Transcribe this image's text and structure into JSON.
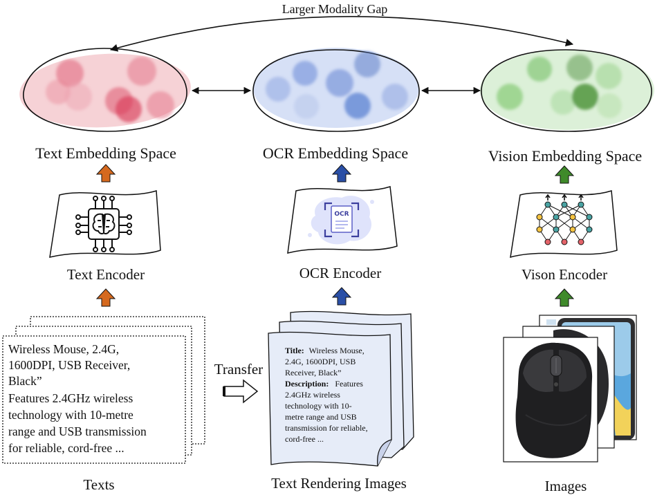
{
  "top": {
    "gap_label": "Larger Modality Gap"
  },
  "columns": {
    "text": {
      "space_label": "Text Embedding Space",
      "encoder_label": "Text Encoder",
      "input_label": "Texts",
      "accent": "#d5691e",
      "cloud_color": "#f6d2d6",
      "dot_color": "#e0607a",
      "icon": "brain-chip-icon"
    },
    "ocr": {
      "space_label": "OCR Embedding Space",
      "encoder_label": "OCR Encoder",
      "input_label": "Text Rendering Images",
      "accent": "#2a4fa6",
      "cloud_color": "#d6e0f6",
      "dot_color": "#6f8fd8",
      "icon": "ocr-document-icon",
      "icon_text": "OCR"
    },
    "vision": {
      "space_label": "Vision Embedding Space",
      "encoder_label": "Vison Encoder",
      "input_label": "Images",
      "accent": "#3f8a2a",
      "cloud_color": "#dcf0d8",
      "dot_color": "#6cbb5c",
      "icon": "neural-network-icon"
    }
  },
  "transfer": {
    "label": "Transfer"
  },
  "text_doc": {
    "lines": [
      "Wireless Mouse, 2.4G,",
      "1600DPI, USB Receiver,",
      "Black”",
      "Features 2.4GHz wireless",
      "technology with 10-metre",
      "range and USB transmission",
      "for reliable, cord-free ..."
    ]
  },
  "ocr_doc": {
    "title_key": "Title:",
    "title_lines": [
      "Wireless Mouse,",
      "2.4G, 1600DPI, USB",
      "Receiver, Black”"
    ],
    "desc_key": "Description:",
    "desc_first": "Features",
    "desc_lines": [
      "2.4GHz wireless",
      "technology with 10-",
      "metre range and USB",
      "transmission for reliable,",
      "cord-free ..."
    ]
  }
}
